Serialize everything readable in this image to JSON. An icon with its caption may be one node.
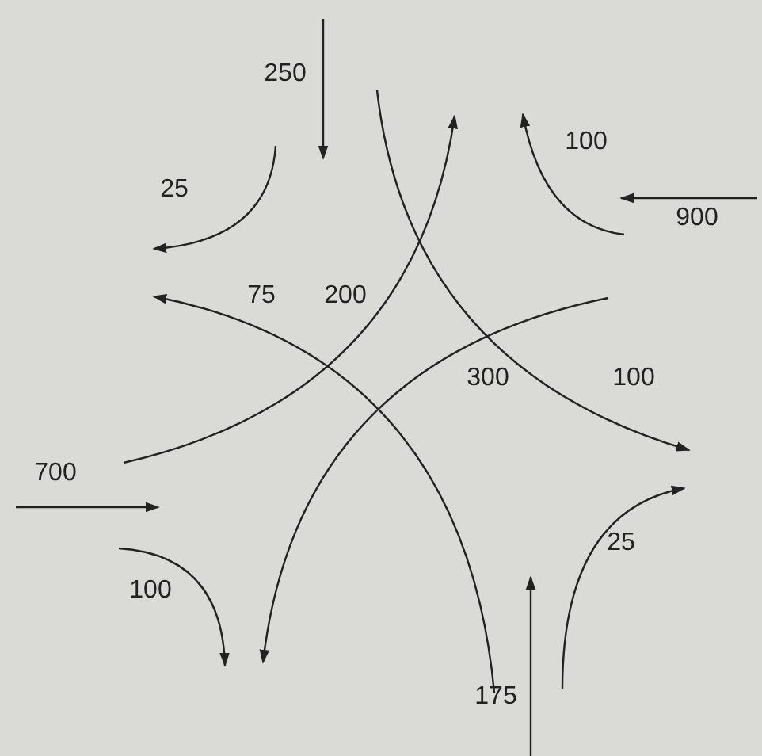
{
  "diagram": {
    "labels": [
      "250",
      "100",
      "25",
      "900",
      "75",
      "200",
      "300",
      "100",
      "700",
      "100",
      "25",
      "175"
    ]
  }
}
